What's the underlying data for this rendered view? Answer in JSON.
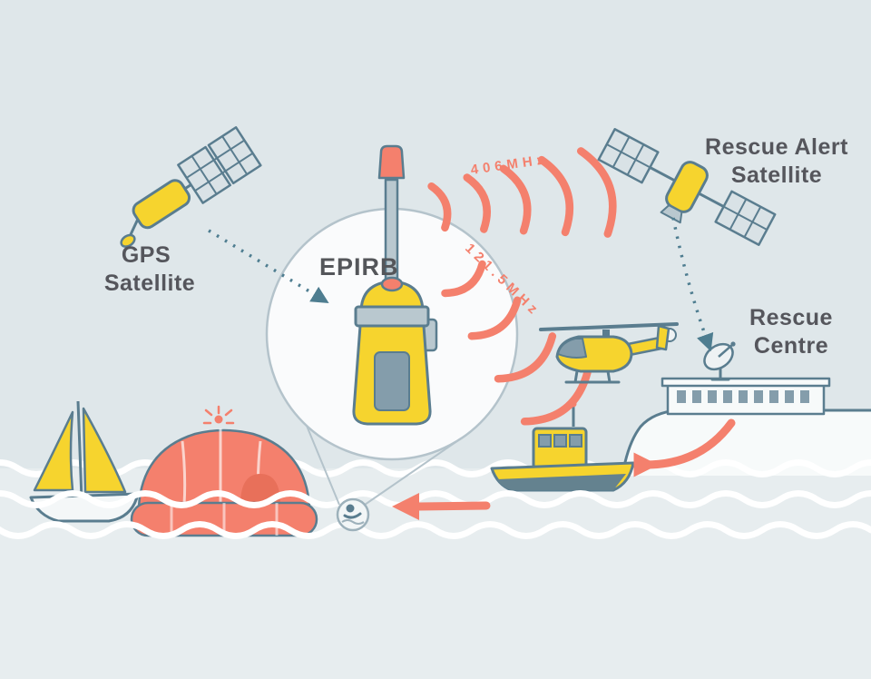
{
  "labels": {
    "gps": {
      "line1": "GPS",
      "line2": "Satellite"
    },
    "rescue_alert": {
      "line1": "Rescue Alert",
      "line2": "Satellite"
    },
    "rescue_centre": {
      "line1": "Rescue",
      "line2": "Centre"
    },
    "epirb": "EPIRB",
    "freq_406": "406MHz",
    "freq_121": "121.5MHz"
  },
  "colors": {
    "background_sky": "#dfe7ea",
    "background_sea": "#e7edef",
    "accent_yellow": "#f6d42e",
    "accent_salmon": "#f4806d",
    "outline_blue_gray": "#5a7d8f",
    "solar_panel_gray": "#d9e2e6",
    "text_dark": "#55565c",
    "wave_white": "#ffffff"
  },
  "icons": {
    "gps_satellite": "satellite-icon",
    "rescue_alert_satellite": "satellite-icon",
    "rescue_centre": "building-with-satellite-dish-icon",
    "epirb": "epirb-beacon-icon",
    "helicopter": "helicopter-icon",
    "lifeboat": "rescue-boat-icon",
    "sailboat": "sailboat-icon",
    "life_raft": "life-raft-icon",
    "person_in_water": "person-in-water-icon"
  }
}
